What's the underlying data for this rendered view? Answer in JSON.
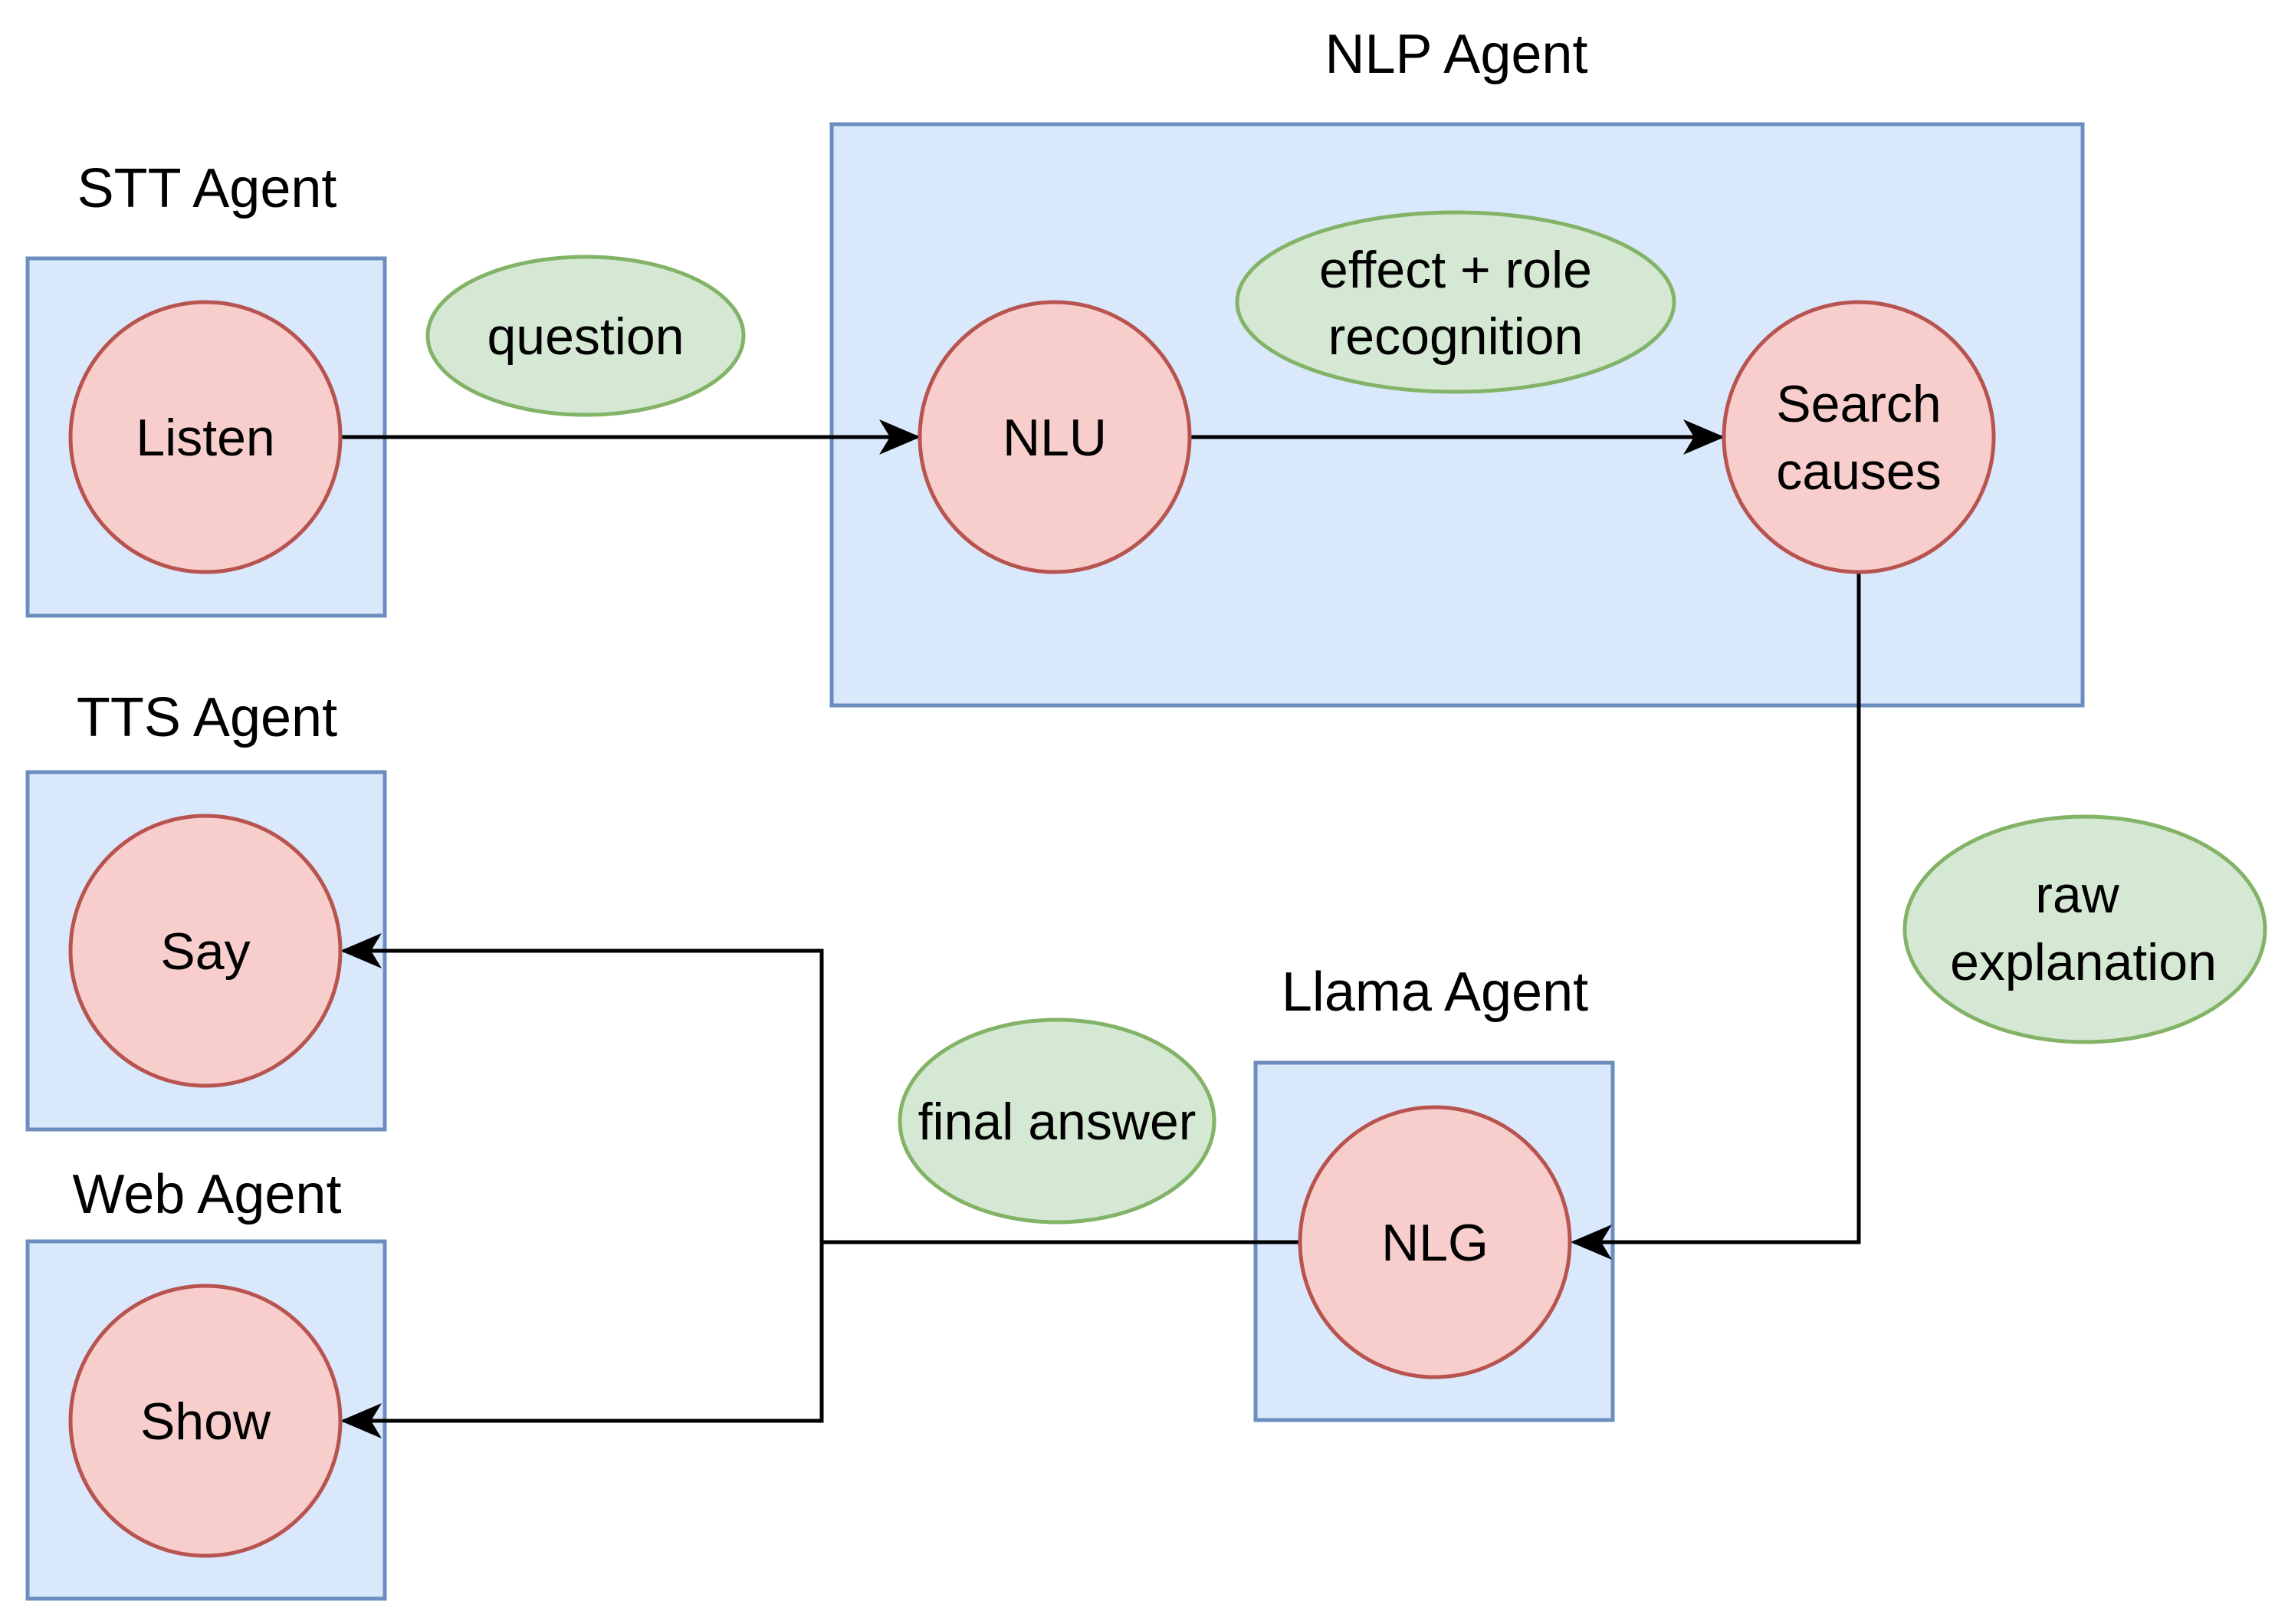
{
  "colors": {
    "agent_fill": "#dae8fc",
    "agent_stroke": "#6c8ebf",
    "node_fill": "#f8cecc",
    "node_stroke": "#b85450",
    "label_fill": "#d5e8d4",
    "label_stroke": "#82b366",
    "edge": "#000000"
  },
  "agents": {
    "nlp": {
      "title": "NLP Agent"
    },
    "stt": {
      "title": "STT Agent"
    },
    "tts": {
      "title": "TTS Agent"
    },
    "web": {
      "title": "Web Agent"
    },
    "llama": {
      "title": "Llama Agent"
    }
  },
  "nodes": {
    "listen": {
      "lines": [
        "Listen"
      ]
    },
    "nlu": {
      "lines": [
        "NLU"
      ]
    },
    "search": {
      "lines": [
        "Search",
        "causes"
      ]
    },
    "say": {
      "lines": [
        "Say"
      ]
    },
    "show": {
      "lines": [
        "Show"
      ]
    },
    "nlg": {
      "lines": [
        "NLG"
      ]
    }
  },
  "edge_labels": {
    "question": {
      "lines": [
        "question"
      ]
    },
    "effect": {
      "lines": [
        "effect + role",
        "recognition"
      ]
    },
    "raw": {
      "lines": [
        "raw",
        "explanation"
      ]
    },
    "final": {
      "lines": [
        "final answer"
      ]
    }
  }
}
